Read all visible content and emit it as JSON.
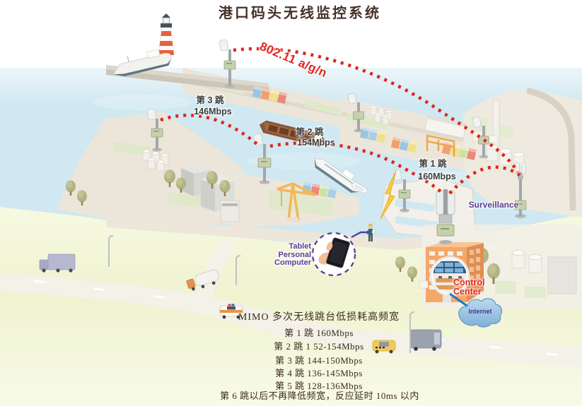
{
  "title": "港口码头无线监控系统",
  "wireless": {
    "standard": "802.11 a/g/n",
    "hops": [
      {
        "name": "第 1 跳",
        "rate": "160Mbps"
      },
      {
        "name": "第 2 跳",
        "rate": "154Mbps"
      },
      {
        "name": "第 3 跳",
        "rate": "146Mbps"
      }
    ]
  },
  "callouts": {
    "surveillance": "Surveillance",
    "tablet_line1": "Tablet",
    "tablet_line2": "Personal",
    "tablet_line3": "Computer",
    "control_line1": "Control",
    "control_line2": "Center",
    "internet": "Internet"
  },
  "specs": {
    "heading": "MIMO 多次无线跳台低损耗高频宽",
    "rows": [
      "第 1 跳 160Mbps",
      "第 2 跳 1 52-154Mbps",
      "第 3 跳 144-150Mbps",
      "第 4 跳 136-145Mbps",
      "第 5 跳 128-136Mbps"
    ],
    "footnote": "第 6 跳以后不再降低频宽，反应延时 10ms 以内"
  },
  "colors": {
    "link_red": "#e1251d",
    "callout_purple": "#5b3d96",
    "hop_text": "#3c3c3c",
    "title_text": "#473228",
    "water": "#cfe8f1"
  }
}
